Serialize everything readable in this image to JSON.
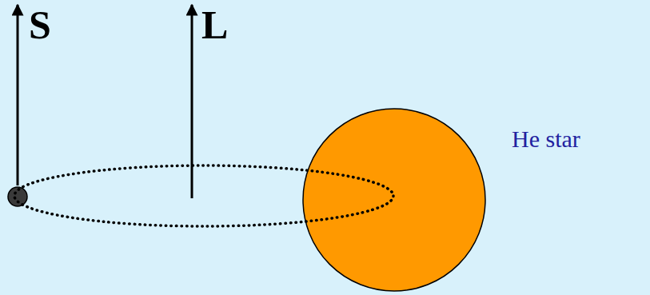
{
  "diagram": {
    "nodes": [
      {
        "text": [
          "He star"
        ]
      }
    ],
    "labels": [
      "S",
      "L"
    ]
  }
}
